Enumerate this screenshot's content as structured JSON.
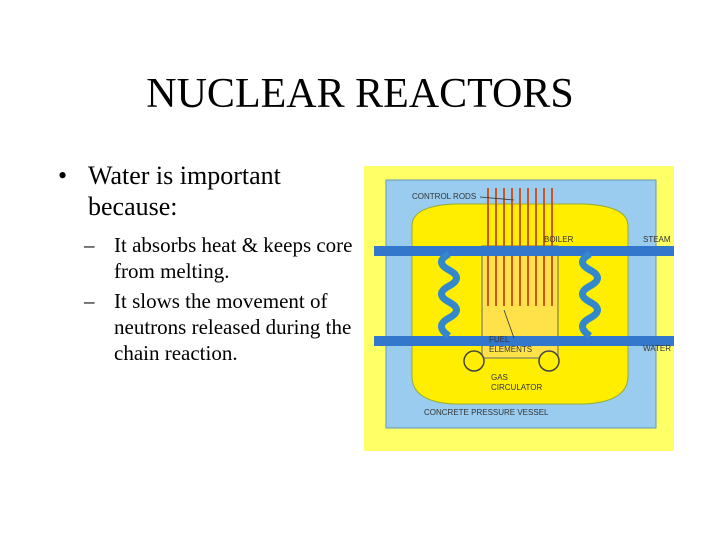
{
  "slide": {
    "title": "NUCLEAR REACTORS",
    "bullet": {
      "marker": "•",
      "text": "Water is important because:"
    },
    "sub_bullets": [
      {
        "marker": "–",
        "text": "It absorbs heat & keeps core from melting."
      },
      {
        "marker": "–",
        "text": "It slows the movement of neutrons released during the chain reaction."
      }
    ]
  },
  "diagram": {
    "labels": {
      "control_rods": "CONTROL RODS",
      "boiler": "BOILER",
      "steam": "STEAM",
      "fuel": "FUEL",
      "elements": "ELEMENTS",
      "water": "WATER",
      "gas": "GAS",
      "circulator": "CIRCULATOR",
      "vessel": "CONCRETE PRESSURE VESSEL"
    },
    "colors": {
      "outer": "#ffff66",
      "vessel": "#99ccee",
      "core": "#ffee00",
      "pipe": "#3377cc",
      "rods": "#cc5522",
      "coil": "#3388cc"
    }
  }
}
